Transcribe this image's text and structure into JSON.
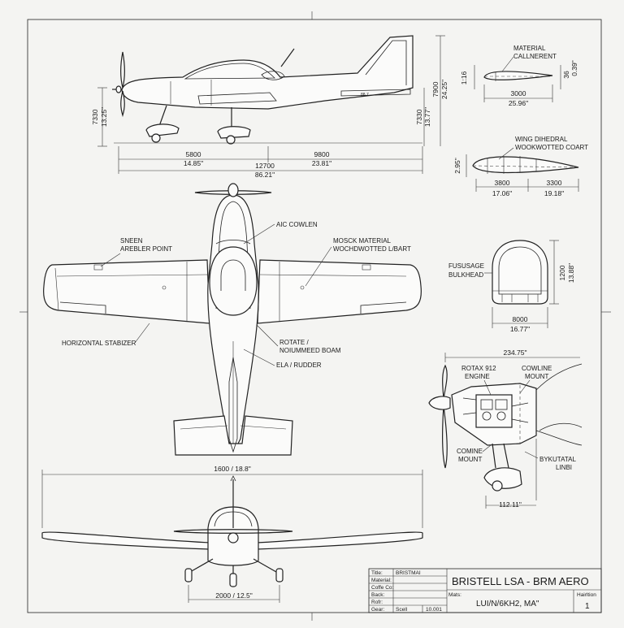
{
  "side_view": {
    "dims": {
      "h1": "7330",
      "h1_in": "13.25\"",
      "h2": "7330",
      "h2_in": "13.77\"",
      "h3": "7900",
      "h3_in": "24.25\"",
      "w1": "5800",
      "w1_in": "14.85\"",
      "w2": "9800",
      "w2_in": "23.81\"",
      "total": "12700",
      "total_in": "86.21\""
    }
  },
  "airfoil_top": {
    "label_l1": "MATERIAL",
    "label_l2": "CALLNERENT",
    "left": "1:16",
    "right": "36",
    "right_in": "0.39\"",
    "width": "3000",
    "width_in": "25.96\""
  },
  "airfoil_wing": {
    "label_l1": "WING DIHEDRAL",
    "label_l2": "WOOKWOTTED COART",
    "height": "2.95\"",
    "w1": "3800",
    "w1_in": "17.06\"",
    "w2": "3300",
    "w2_in": "19.18\""
  },
  "bulkhead": {
    "label_l1": "FUSUSAGE",
    "label_l2": "BULKHEAD",
    "height": "1200",
    "height_in": "13.88\"",
    "width": "8000",
    "width_in": "16.77\""
  },
  "top_view": {
    "callouts": {
      "sheen_l1": "SNEEN",
      "sheen_l2": "AREBLER POINT",
      "cowlen": "AIC COWLEN",
      "mosck_l1": "MOSCK MATERIAL",
      "mosck_l2": "WOCHDWOTTED L/BART",
      "stab": "HORIZONTAL STABIZER",
      "rotate_l1": "ROTATE /",
      "rotate_l2": "NOIUMMEED BOAM",
      "rudder": "ELA / RUDDER"
    }
  },
  "engine_detail": {
    "dim": "234.75\"",
    "rotax_l1": "ROTAX 912",
    "rotax_l2": "ENGINE",
    "cowline_l1": "COWLINE",
    "cowline_l2": "MOUNT",
    "comine_l1": "COMINE",
    "comine_l2": "MOUNT",
    "bykutal_l1": "BYKUTATAL",
    "bykutal_l2": "LINBI",
    "gear_dim": "112.11\""
  },
  "front_view": {
    "span": "1600 / 18.8\"",
    "track": "2000 / 12.5\""
  },
  "title_block": {
    "rows": [
      {
        "label": "Title:",
        "value": "BRISTMAI"
      },
      {
        "label": "Material:",
        "value": ""
      },
      {
        "label": "Coffe Co:",
        "value": ""
      },
      {
        "label": "Back:",
        "value": ""
      },
      {
        "label": "Rofr:",
        "value": ""
      },
      {
        "label": "Gear:",
        "value": "Scell"
      }
    ],
    "scale_value": "10.001",
    "title": "BRISTELL LSA - BRM AERO",
    "mats": "Mats:",
    "subtitle": "LUI/N/6KH2, MA\"",
    "revision_label": "Hairltion",
    "revision_value": "1"
  }
}
